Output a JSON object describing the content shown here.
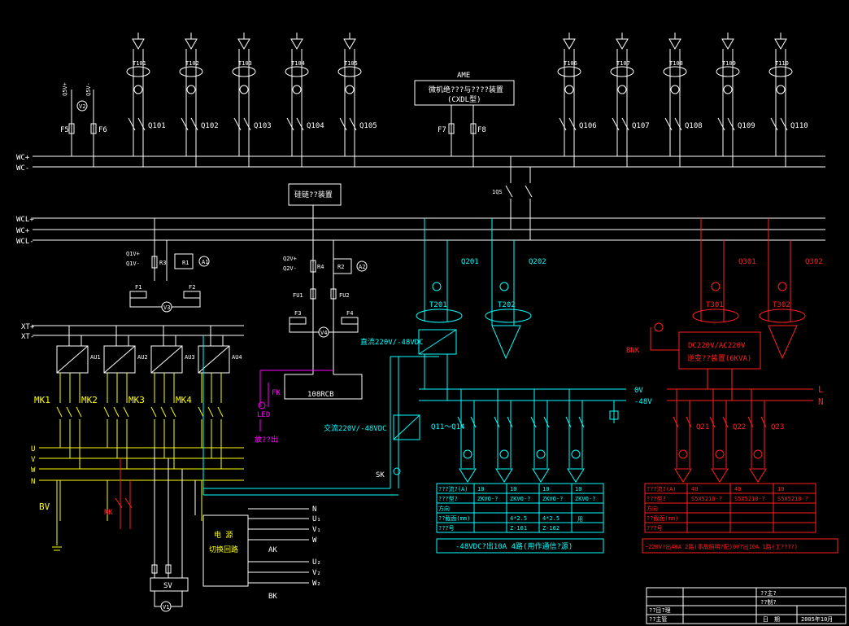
{
  "title_block": {
    "row1": "??主?",
    "row2": "??制?",
    "left1": "??目?理",
    "left2": "??主管",
    "date_label": "日　期",
    "date_value": "2005年10月"
  },
  "buses": {
    "wc_plus": "WC+",
    "wc_minus": "WC-",
    "wcl_plus": "WCL+",
    "wc_plus2": "WC+",
    "wcl_minus": "WCL-",
    "xt_plus": "XT+",
    "xt_minus": "XT-",
    "zero_v": "0V",
    "minus48": "-48V",
    "L": "L",
    "N": "N",
    "U": "U",
    "V": "V",
    "W": "W",
    "Nline": "N"
  },
  "feeders_top_left": [
    "T101",
    "T102",
    "T103",
    "T104",
    "T105"
  ],
  "feeders_top_right": [
    "T106",
    "T107",
    "T108",
    "T109",
    "T110"
  ],
  "breakers_top_left": [
    "Q101",
    "Q102",
    "Q103",
    "Q104",
    "Q105"
  ],
  "breakers_top_right": [
    "Q106",
    "Q107",
    "Q108",
    "Q109",
    "Q110"
  ],
  "top_left_meter": {
    "v_plus": "Q5V+",
    "v_minus": "Q5V-",
    "vm": "V2",
    "f5": "F5",
    "f6": "F6"
  },
  "ame": {
    "label": "AME",
    "box_line1": "微机绝???与????装置",
    "box_line2": "(CXDL型)",
    "f7": "F7",
    "f8": "F8"
  },
  "switch_1qs": "1QS",
  "silicon_box": "硅链??装置",
  "left_mid": {
    "q1v_plus": "Q1V+",
    "q1v_minus": "Q1V-",
    "r3": "R3",
    "r1": "R1",
    "a1": "A1",
    "f1": "F1",
    "f2": "F2",
    "v3": "V3",
    "q2v_plus": "Q2V+",
    "q2v_minus": "Q2V-",
    "r4": "R4",
    "r2": "R2",
    "a2": "A2",
    "fu1": "FU1",
    "fu2": "FU2",
    "f3": "F3",
    "f4": "F4",
    "v4": "V4",
    "battery": "108RCB",
    "fk": "FK",
    "led": "LED",
    "flash": "放??出"
  },
  "aus": [
    "AU1",
    "AU2",
    "AU3",
    "AU4"
  ],
  "mks": [
    "MK1",
    "MK2",
    "MK3",
    "MK4"
  ],
  "bv": "BV",
  "nk": "NK",
  "sv": "SV",
  "v1": "V1",
  "power_box": {
    "line1": "电 源",
    "line2": "切换回路"
  },
  "ak": "AK",
  "bk": "BK",
  "ak_outputs": [
    "N",
    "U₁",
    "V₁",
    "W"
  ],
  "bk_outputs": [
    "U₂",
    "V₂",
    "W₂"
  ],
  "sk": "SK",
  "cyan": {
    "q201": "Q201",
    "q202": "Q202",
    "t201": "T201",
    "t202": "T202",
    "dcdc": "直流220V/-48VDC",
    "acdc": "交流220V/-48VDC",
    "q11": "Q11～Q14",
    "table": {
      "rows": [
        "???流?(A)",
        "???型?",
        "方向",
        "??截面(mm)",
        "???号"
      ],
      "cols": [
        [
          "10",
          "ZKVO-?",
          "",
          "",
          ""
        ],
        [
          "10",
          "ZKVO-?",
          "",
          "4*2.5",
          "Z-161"
        ],
        [
          "10",
          "ZKVO-?",
          "",
          "4*2.5",
          "Z-162"
        ],
        [
          "10",
          "ZKVO-?",
          "",
          "",
          ""
        ]
      ],
      "spare": "用",
      "footer": "-48VDC?出10A  4路(用作通信?源)"
    }
  },
  "red": {
    "q301": "Q301",
    "q302": "Q302",
    "t301": "T301",
    "t302": "T302",
    "bnk": "BNK",
    "inv_line1": "DC220V/AC220V",
    "inv_line2": "逆变??装置(6KVA)",
    "q21": "Q21",
    "q22": "Q22",
    "q23": "Q23",
    "table": {
      "rows": [
        "???流?(A)",
        "???型?",
        "方向",
        "??截面(mm)",
        "???号"
      ],
      "cols": [
        [
          "40",
          "S5X5210-?"
        ],
        [
          "40",
          "S5X5210-?"
        ],
        [
          "10",
          "S5X5210-?"
        ]
      ],
      "footer": "~220V?出40A 2路(事故照明?配)0V?出10A 1路(工????)"
    }
  },
  "colors": {
    "white": "#ffffff",
    "yellow": "#ffff00",
    "cyan": "#00ffff",
    "red": "#ff2020",
    "magenta": "#ff00ff",
    "background": "#000000"
  }
}
